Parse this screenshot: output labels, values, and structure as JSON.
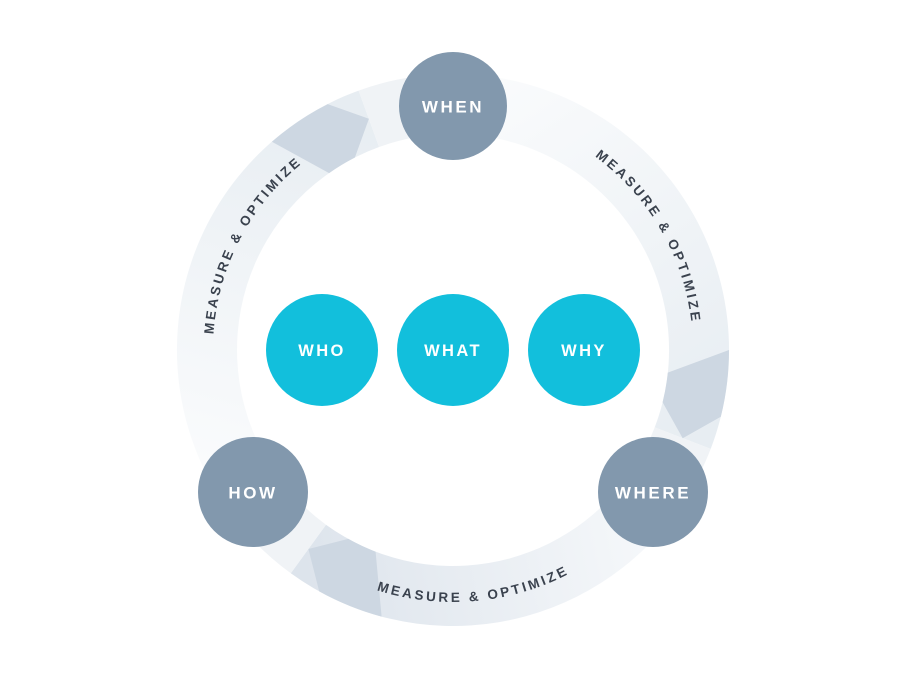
{
  "diagram": {
    "type": "cycle-diagram",
    "arcs": [
      {
        "position": "right",
        "label": "MEASURE & OPTIMIZE"
      },
      {
        "position": "bottom",
        "label": "MEASURE & OPTIMIZE"
      },
      {
        "position": "left",
        "label": "MEASURE & OPTIMIZE"
      }
    ],
    "ring_nodes": [
      {
        "id": "when",
        "label": "WHEN"
      },
      {
        "id": "where",
        "label": "WHERE"
      },
      {
        "id": "how",
        "label": "HOW"
      }
    ],
    "center_nodes": [
      {
        "id": "who",
        "label": "WHO"
      },
      {
        "id": "what",
        "label": "WHAT"
      },
      {
        "id": "why",
        "label": "WHY"
      }
    ],
    "colors": {
      "ring_node": "#8298ad",
      "center_node": "#12bfdc",
      "arc_text": "#3a424e",
      "node_label": "#ffffff",
      "band_light": "#fafbfc",
      "band_dark": "#dde4ec",
      "arrow": "#cdd7e2",
      "background": "#ffffff"
    }
  }
}
